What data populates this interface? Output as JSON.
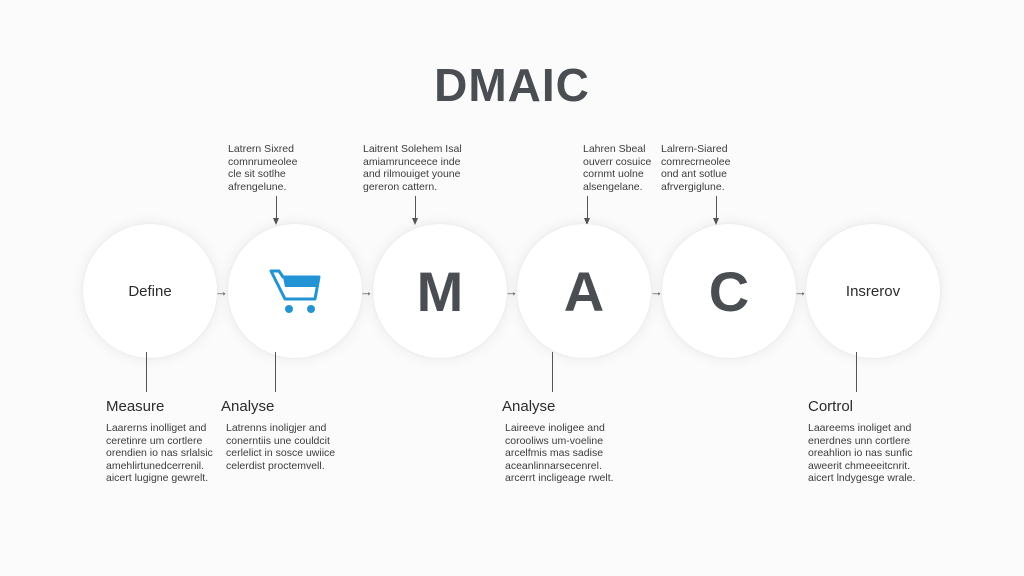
{
  "title": "DMAIC",
  "top_notes": [
    "Latrern Sixred\ncomnrumeolee\ncle sit sotlhe\nafrengelune.",
    "Laitrent Solehem Isal\namiamrunceece inde\nand rilmouiget youne\ngereron cattern.",
    "Lahren Sbeal\nouverr cosuice\ncornmt uolne\nalsengelane.",
    "Lalrern-Siared\ncomrecrneolee\nond ant sotlue\nafrvergiglune."
  ],
  "steps": [
    {
      "label": "Define",
      "kind": "text"
    },
    {
      "label": "",
      "kind": "cart-icon"
    },
    {
      "label": "M",
      "kind": "letter"
    },
    {
      "label": "A",
      "kind": "letter"
    },
    {
      "label": "C",
      "kind": "letter"
    },
    {
      "label": "Insrerov",
      "kind": "text"
    }
  ],
  "arrow_glyph": "→",
  "bottom_sections": [
    {
      "heading": "Measure",
      "text": "Laarerns inolliget and\nceretinre um cortlere\norendien io nas srlalsic\namehlirtunedcerrenil.\naicert lugigne gewrelt."
    },
    {
      "heading": "Analyse",
      "text": "Latrenns inoligjer and\nconerntiis une couldcit\ncerlelict in sosce uwiice\ncelerdist proctemvell."
    },
    {
      "heading": "Analyse",
      "text": "Laireeve inoligee and\ncorooliws um-voeline\narcelfmis mas sadise\naceanlinnarsecenrel.\narcerrt incligeage rwelt."
    },
    {
      "heading": "Cortrol",
      "text": "Laareems inoliget and\nenerdnes unn cortlere\noreahlion io nas sunfic\naweerit chmeeeitcnrit.\naicert lndygesge wrale."
    }
  ],
  "colors": {
    "cart": "#2394d3",
    "letter": "#4a4d52"
  }
}
